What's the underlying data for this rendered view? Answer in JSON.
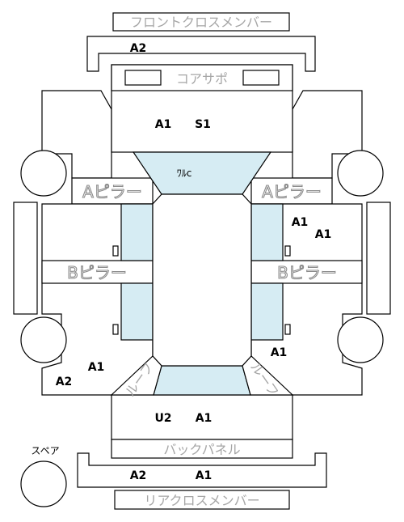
{
  "colors": {
    "outline": "#000000",
    "glass": "#d6ecf3",
    "label_gray": "#a6a6a6"
  },
  "labels": {
    "front_cross_member": "フロントクロスメンバー",
    "core_support": "コアサポ",
    "a_pillar_left": "Aピラー",
    "a_pillar_right": "Aピラー",
    "b_pillar_left": "Bピラー",
    "b_pillar_right": "Bピラー",
    "back_panel": "バックパネル",
    "rear_cross_member": "リアクロスメンバー",
    "spare": "スペア",
    "roof_left": "ルーフ",
    "roof_right": "ルーフ",
    "windshield": "ﾜﾙc"
  },
  "codes": {
    "front_cross_member": "A2",
    "front_panel_a": "A1",
    "front_panel_s": "S1",
    "right_upper_1": "A1",
    "right_upper_2": "A1",
    "right_lower": "A1",
    "left_lower_1": "A1",
    "left_lower_2": "A2",
    "rear_u": "U2",
    "rear_a": "A1",
    "rear_cross_a2": "A2",
    "rear_cross_a1": "A1"
  }
}
